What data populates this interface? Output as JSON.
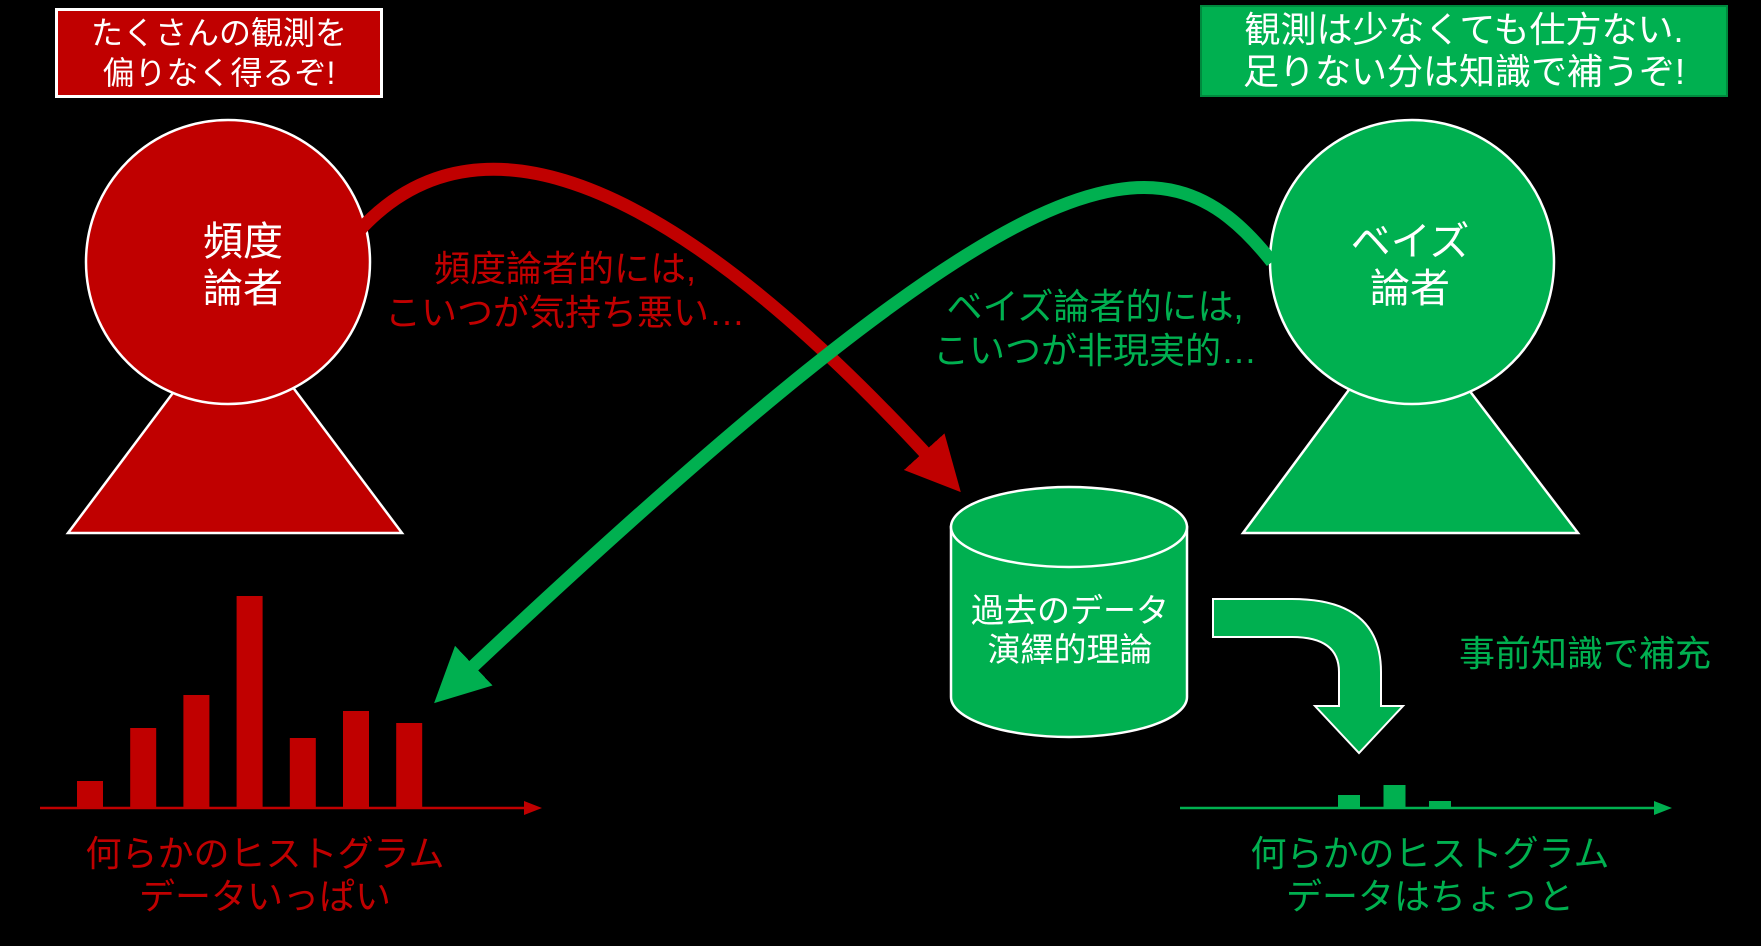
{
  "colors": {
    "background": "#000000",
    "red": "#C00000",
    "green": "#00B050",
    "white": "#FFFFFF"
  },
  "speech_left": {
    "line1": "たくさんの観測を",
    "line2": "偏りなく得るぞ!"
  },
  "speech_right": {
    "line1": "観測は少なくても仕方ない.",
    "line2": "足りない分は知識で補うぞ!"
  },
  "frequentist": {
    "label_line1": "頻度",
    "label_line2": "論者"
  },
  "bayesian": {
    "label_line1": "ベイズ",
    "label_line2": "論者"
  },
  "red_comment": {
    "line1": "頻度論者的には,",
    "line2": "こいつが気持ち悪い…"
  },
  "green_comment": {
    "line1": "ベイズ論者的には,",
    "line2": "こいつが非現実的…"
  },
  "database": {
    "line1": "過去のデータ",
    "line2": "演繹的理論"
  },
  "prior_note": "事前知識で補充",
  "chart_data": [
    {
      "type": "bar",
      "name": "frequentist-histogram",
      "title": "何らかのヒストグラム",
      "subtitle": "データいっぱい",
      "values": [
        27,
        80,
        113,
        212,
        70,
        97,
        85
      ],
      "unit": "pixel-height (no axis scale shown)",
      "color": "#C00000",
      "axis": "horizontal arrow axis, no ticks, no labels",
      "grid": false,
      "legend": false
    },
    {
      "type": "bar",
      "name": "bayesian-histogram",
      "title": "何らかのヒストグラム",
      "subtitle": "データはちょっと",
      "values": [
        13,
        23,
        7
      ],
      "unit": "pixel-height (no axis scale shown)",
      "color": "#00B050",
      "axis": "horizontal arrow axis, no ticks, no labels",
      "grid": false,
      "legend": false
    }
  ]
}
